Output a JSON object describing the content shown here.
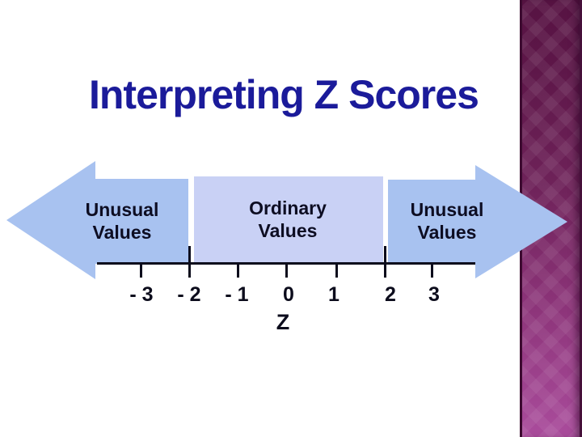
{
  "slide": {
    "title": "Interpreting Z Scores"
  },
  "diagram": {
    "regions": [
      {
        "name": "unusual-left",
        "line1": "Unusual",
        "line2": "Values"
      },
      {
        "name": "ordinary",
        "line1": "Ordinary",
        "line2": "Values"
      },
      {
        "name": "unusual-right",
        "line1": "Unusual",
        "line2": "Values"
      }
    ],
    "axis": {
      "tick_labels": [
        "- 3",
        "- 2",
        "- 1",
        "0",
        "1",
        "2",
        "3"
      ],
      "tick_values": [
        -3,
        -2,
        -1,
        0,
        1,
        2,
        3
      ],
      "boundary_values": [
        -2,
        2
      ],
      "label": "Z"
    },
    "colors": {
      "unusual_fill": "#a8c2f0",
      "ordinary_fill": "#c9d1f5",
      "line": "#0c0c1c",
      "title": "#1b1b9a",
      "sidebar_top": "#571343",
      "sidebar_bottom": "#aa4c9c"
    }
  }
}
